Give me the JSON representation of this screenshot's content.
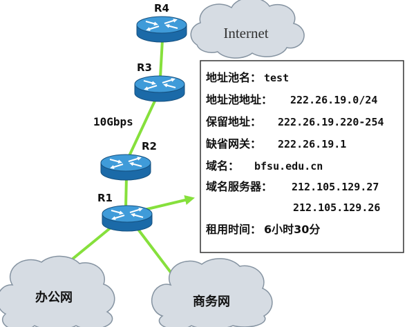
{
  "routers": {
    "r4": "R4",
    "r3": "R3",
    "r2": "R2",
    "r1": "R1"
  },
  "link_label": "10Gbps",
  "clouds": {
    "internet": "Internet",
    "office": "办公网",
    "business": "商务网"
  },
  "dhcp_box": {
    "pool_name": {
      "label": "地址池名：",
      "value": "test"
    },
    "pool_address": {
      "label": "地址池地址：",
      "value": "222.26.19.0/24"
    },
    "reserved": {
      "label": "保留地址：",
      "value": "222.26.19.220-254"
    },
    "gateway": {
      "label": "缺省网关：",
      "value": "222.26.19.1"
    },
    "domain": {
      "label": "域名：",
      "value": "bfsu.edu.cn"
    },
    "dns": {
      "label": "域名服务器：",
      "values": [
        "212.105.129.27",
        "212.105.129.26"
      ]
    },
    "lease": {
      "label": "租用时间：",
      "value": "6小时30分"
    }
  },
  "icons": {
    "router": "router-icon",
    "cloud": "cloud-icon",
    "arrow": "arrow-icon"
  },
  "colors": {
    "link": "#86e03c",
    "router_top": "#3f9bd9",
    "router_body": "#1b6aa8",
    "router_edge": "#15507f",
    "cloud_fill": "#d6dce3",
    "cloud_stroke": "#8593a1",
    "box_border": "#333333"
  }
}
